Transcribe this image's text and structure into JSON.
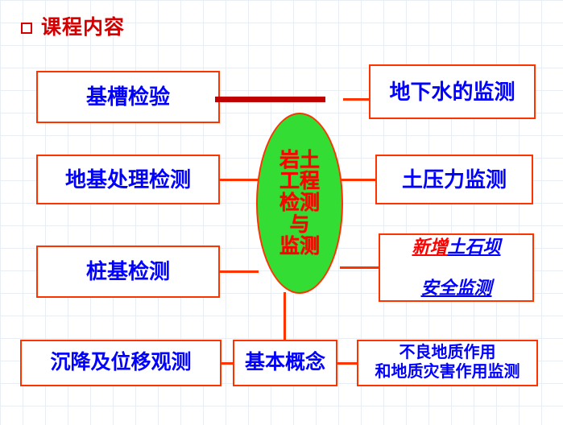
{
  "slide": {
    "title": "课程内容",
    "title_bullet_icon": "square-bullet-icon",
    "colors": {
      "title": "#d40000",
      "box_border": "#ff3300",
      "box_text": "#0000ff",
      "center_fill": "#33dd33",
      "center_text": "#ff0000",
      "connector": "#ff3300",
      "highlight_connector": "#c00000",
      "new_tag": "#ff0000"
    }
  },
  "diagram": {
    "center": {
      "label": "岩土\n工程\n检测\n与\n监测"
    },
    "nodes": [
      {
        "id": "jicao",
        "label": "基槽检验"
      },
      {
        "id": "dixiashui",
        "label": "地下水的监测"
      },
      {
        "id": "dijichuli",
        "label": "地基处理检测"
      },
      {
        "id": "tuyali",
        "label": "土压力监测"
      },
      {
        "id": "zhuangji",
        "label": "桩基检测"
      },
      {
        "id": "xinzeng",
        "label": "新增土石坝\n安全监测",
        "new_tag": "新增",
        "rest_line1": "土石坝",
        "line2": "安全监测"
      },
      {
        "id": "chenjiang",
        "label": "沉降及位移观测"
      },
      {
        "id": "jiben",
        "label": "基本概念"
      },
      {
        "id": "buliang",
        "label": "不良地质作用\n和地质灾害作用监测"
      }
    ]
  }
}
